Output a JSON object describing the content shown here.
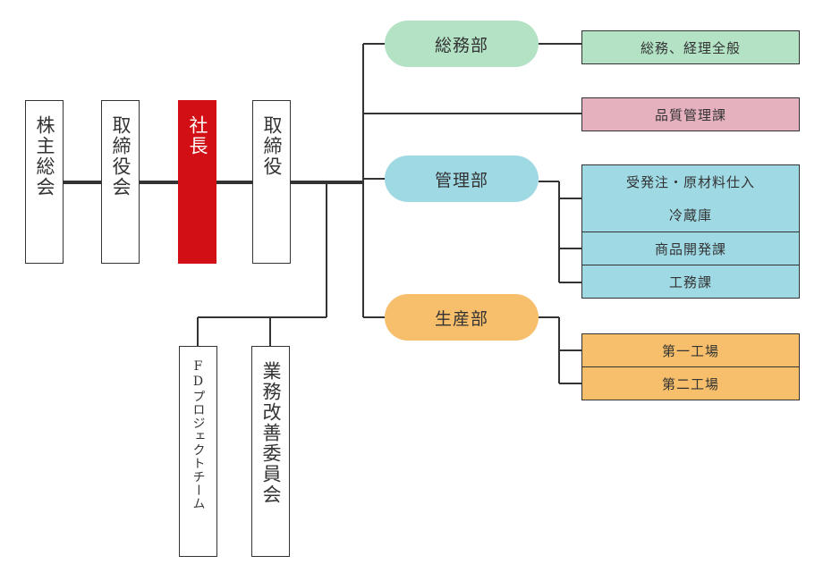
{
  "colors": {
    "line": "#333333",
    "president": "#d10f14",
    "soumu": "#b3e2c5",
    "hinshitsu": "#e6b1bf",
    "kanri": "#9fd9e4",
    "seisan": "#f7bf6b"
  },
  "left_chain": {
    "shareholders": "株主総会",
    "board": "取締役会",
    "president": "社長",
    "director": "取締役"
  },
  "committees": {
    "fd_project": "FDプロジェクトチーム",
    "improvement": "業務改善委員会"
  },
  "departments": {
    "soumu": "総務部",
    "kanri": "管理部",
    "seisan": "生産部"
  },
  "units": {
    "soumu_general": "総務、経理全般",
    "quality": "品質管理課",
    "orders": "受発注・原材料仕入",
    "freezer": "冷蔵庫",
    "product_dev": "商品開発課",
    "engineering": "工務課",
    "factory1": "第一工場",
    "factory2": "第二工場"
  }
}
